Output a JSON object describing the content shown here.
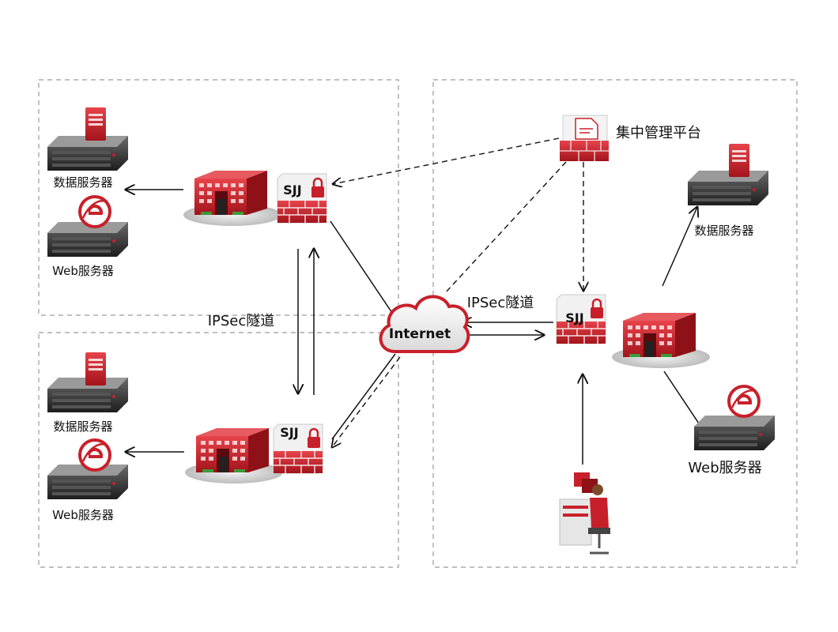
{
  "labels": {
    "data_server": "数据服务器",
    "web_server": "Web服务器",
    "ipsec_tunnel": "IPSec隧道",
    "internet": "Internet",
    "gateway_badge": "SJJ",
    "management_platform": "集中管理平台"
  },
  "colors": {
    "accent": "#c8202a",
    "accent_dark": "#8e1118",
    "server_dark": "#2b2b2b",
    "frame_border": "#9a9a9a"
  },
  "icons": [
    "server-icon",
    "web-server-icon",
    "building-icon",
    "firewall-lock-icon",
    "cloud-icon",
    "management-console-icon",
    "operator-workstation-icon"
  ]
}
